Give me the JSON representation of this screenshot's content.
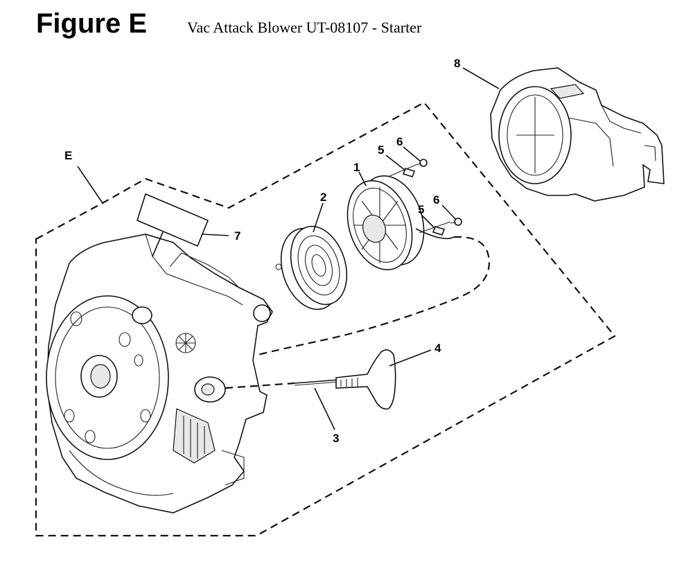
{
  "figure": {
    "label": "Figure E",
    "title": "Vac Attack Blower UT-08107 - Starter"
  },
  "callouts": [
    {
      "id": "E",
      "text": "E"
    },
    {
      "id": "1",
      "text": "1"
    },
    {
      "id": "2",
      "text": "2"
    },
    {
      "id": "3",
      "text": "3"
    },
    {
      "id": "4",
      "text": "4"
    },
    {
      "id": "5a",
      "text": "5"
    },
    {
      "id": "5b",
      "text": "5"
    },
    {
      "id": "6a",
      "text": "6"
    },
    {
      "id": "6b",
      "text": "6"
    },
    {
      "id": "7",
      "text": "7"
    },
    {
      "id": "8",
      "text": "8"
    }
  ]
}
